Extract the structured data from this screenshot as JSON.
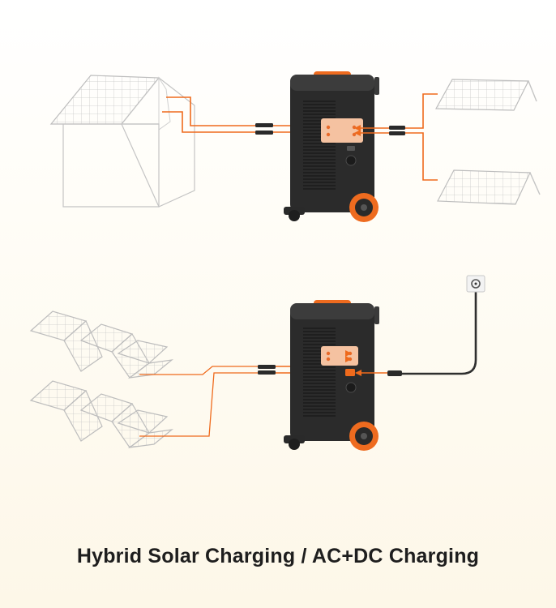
{
  "caption": "Hybrid Solar Charging / AC+DC Charging",
  "colors": {
    "cable": "#ef6a1c",
    "device_body": "#2b2b2b",
    "device_accent": "#ee6b1f",
    "port_panel": "#f5c2a1",
    "panel_outline": "#bdbdbd",
    "background_bottom": "#fdf7e8"
  },
  "scenes": [
    {
      "name": "hybrid-solar",
      "sources": [
        "rooftop-solar",
        "portable-solar",
        "portable-solar"
      ]
    },
    {
      "name": "ac-dc",
      "sources": [
        "foldable-solar-array",
        "foldable-solar-array",
        "wall-outlet"
      ]
    }
  ]
}
